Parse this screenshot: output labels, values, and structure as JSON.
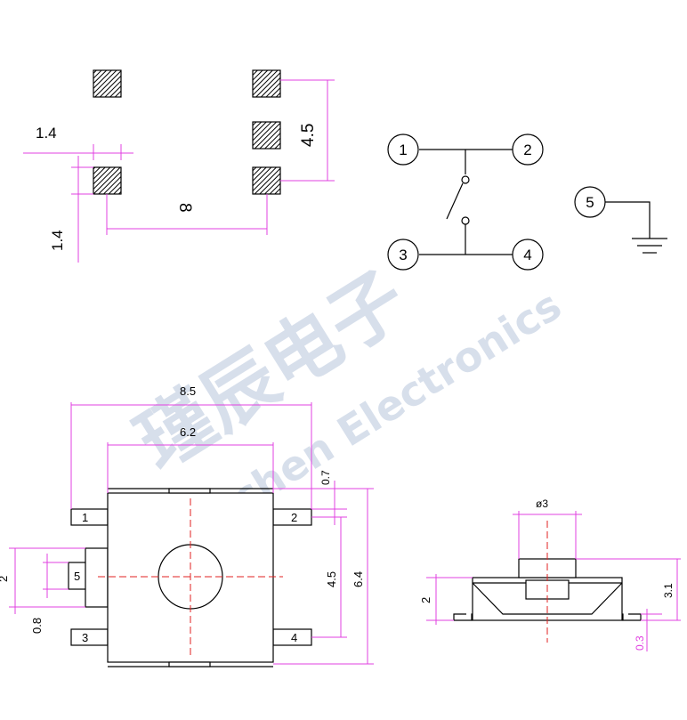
{
  "footprint": {
    "pad_size": "1.4",
    "pad_gap": "1.4",
    "pitch": "4.5",
    "width": "8"
  },
  "schematic": {
    "pins": [
      "1",
      "2",
      "3",
      "4",
      "5"
    ]
  },
  "top_view": {
    "overall_width": "8.5",
    "body_width": "6.2",
    "lead_offset": "0.7",
    "lead_pitch": "4.5",
    "body_height": "6.4",
    "side_pin_length": "2",
    "side_pin_width": "0.8",
    "pin_labels": [
      "1",
      "2",
      "3",
      "4",
      "5"
    ]
  },
  "side_view": {
    "actuator_diameter": "ø3",
    "body_height": "2",
    "total_height": "3.1",
    "lead_thickness": "0.3"
  },
  "watermark": {
    "chinese": "瑾辰电子",
    "english": "Jinchen Electronics"
  }
}
